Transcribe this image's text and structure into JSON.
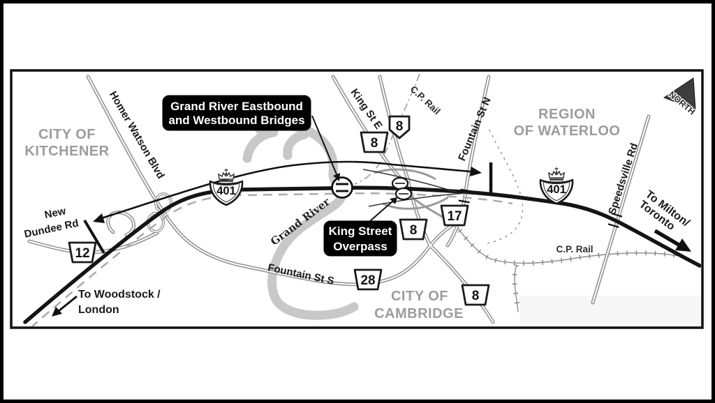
{
  "figure": {
    "type": "road-map",
    "north_label": "NORTH",
    "regions": {
      "kitchener": {
        "line1": "CITY OF",
        "line2": "KITCHENER"
      },
      "waterloo": {
        "line1": "REGION",
        "line2": "OF WATERLOO"
      },
      "cambridge": {
        "line1": "CITY OF",
        "line2": "CAMBRIDGE"
      }
    },
    "callouts": {
      "bridges": {
        "line1": "Grand River Eastbound",
        "line2": "and Westbound Bridges"
      },
      "overpass": {
        "line1": "King Street",
        "line2": "Overpass"
      }
    },
    "road_labels": {
      "homer_watson": "Homer Watson Blvd",
      "king_st_e": "King St E",
      "fountain_st_n": "Fountain St N",
      "fountain_st_s": "Fountain St S",
      "speedsville": "Speedsville Rd",
      "new_dundee_line1": "New",
      "new_dundee_line2": "Dundee Rd"
    },
    "river_label": "Grand River",
    "rail_labels": {
      "top": "C.P. Rail",
      "bottom": "C.P. Rail"
    },
    "directions": {
      "milton_line1": "To Milton/",
      "milton_line2": "Toronto",
      "woodstock_line1": "To Woodstock /",
      "woodstock_line2": "London"
    },
    "shields": {
      "hwy401_west": "401",
      "hwy401_east": "401",
      "reg8_king_st": "8",
      "hwy8_north": "8",
      "reg8_mid": "8",
      "reg8_south": "8",
      "reg17": "17",
      "reg12": "12",
      "reg28": "28"
    },
    "colors": {
      "road_gray": "#8f8f8f",
      "region_text_gray": "#9c9c9c",
      "river_gray": "#c8c8c8",
      "callout_bg": "#000000",
      "callout_text": "#ffffff",
      "line_black": "#141414"
    }
  }
}
